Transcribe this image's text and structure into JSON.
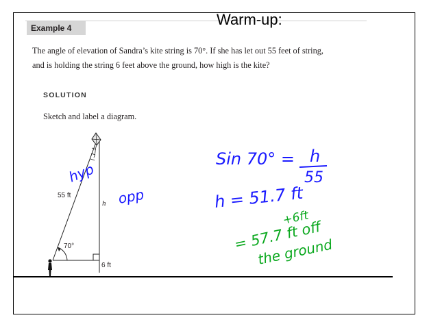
{
  "header": {
    "example_label": "Example 4",
    "warmup_title": "Warm-up:"
  },
  "problem": {
    "line1": "The angle of elevation of Sandra’s kite string is 70°. If she has let out 55 feet of string,",
    "line2": "and is holding the string 6 feet above the ground, how high is the kite?"
  },
  "solution": {
    "heading": "SOLUTION",
    "instruction": "Sketch and label a diagram."
  },
  "diagram": {
    "string_label": "55 ft",
    "height_label": "h",
    "angle_label": "70°",
    "ground_label": "6 ft"
  },
  "annotations": {
    "hyp": "hyp",
    "opp": "opp",
    "equation_lhs": "Sin 70° =",
    "equation_num": "h",
    "equation_den": "55",
    "result": "h = 51.7 ft",
    "plus": "+6ft",
    "final_line1": "= 57.7 ft off",
    "final_line2": "the ground"
  },
  "colors": {
    "blue_ink": "#1a1aff",
    "green_ink": "#0aa81e",
    "label_bg": "#d6d6d6"
  }
}
